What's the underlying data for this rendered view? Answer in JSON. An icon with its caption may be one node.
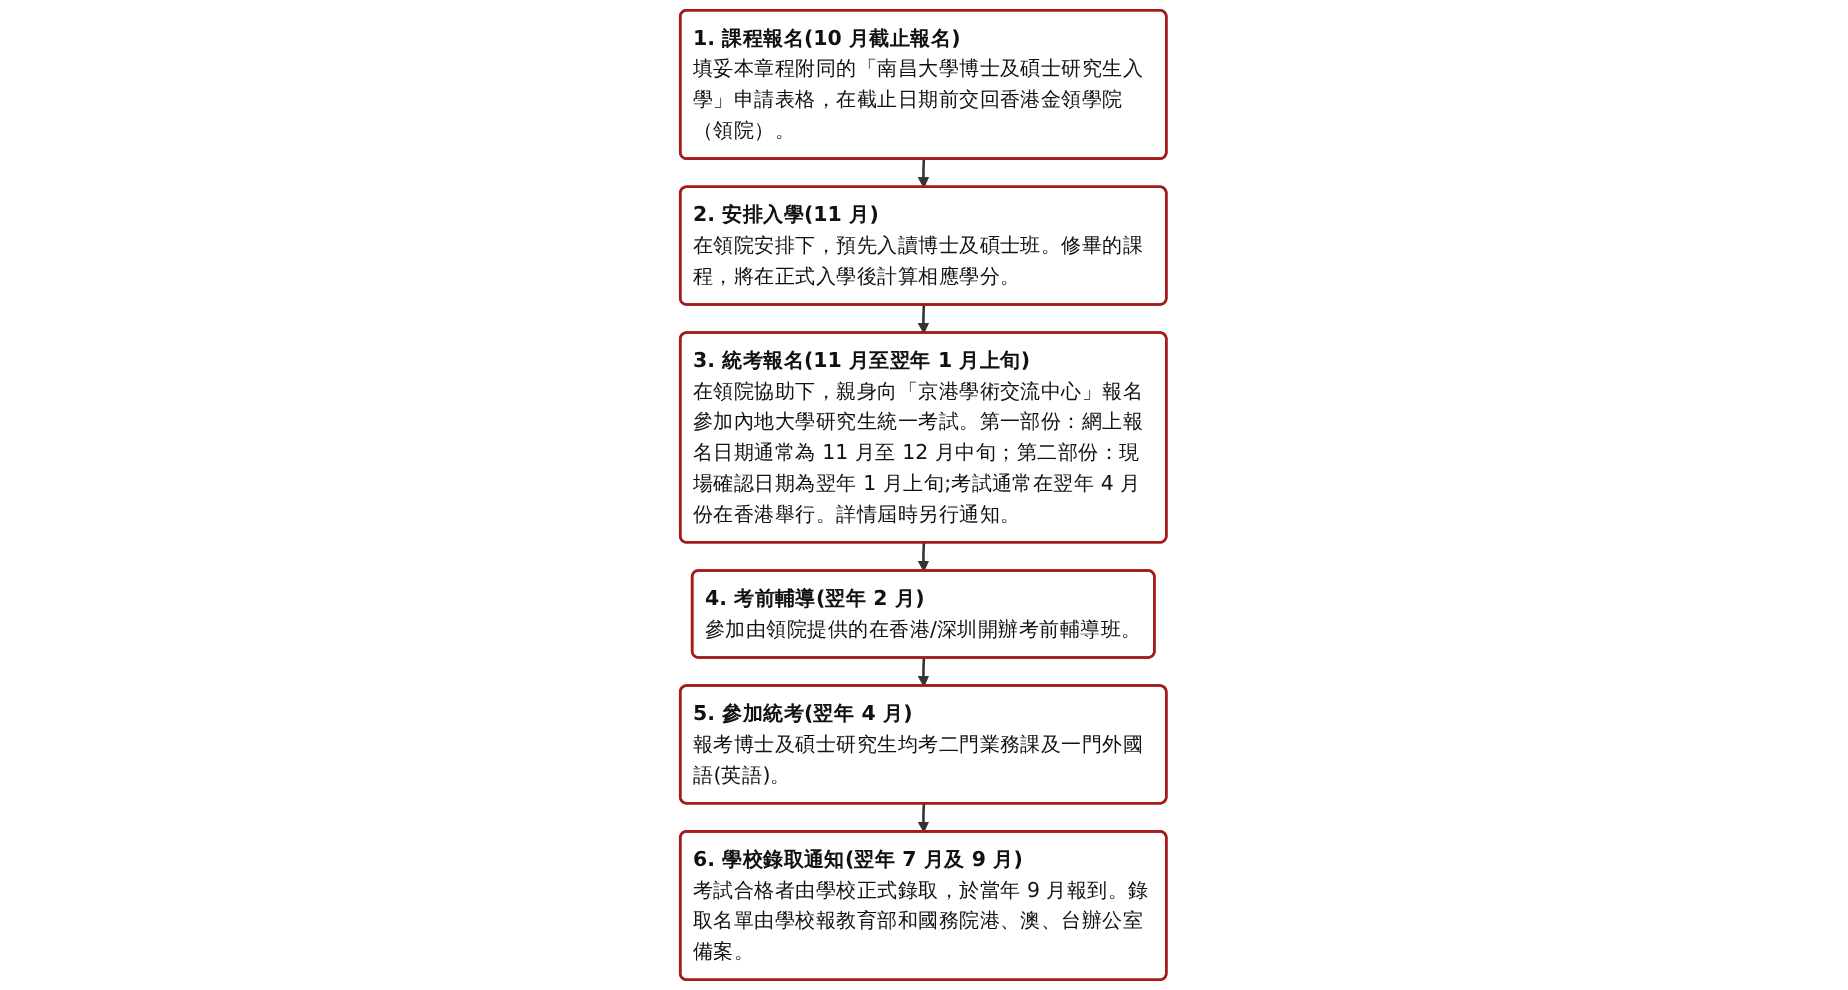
{
  "diagram": {
    "nodes": [
      {
        "text": [
          "1. 課程報名(10 月截止報名)",
          "填妥本章程附同的「南昌大學博士及碩士研究生入學」申請表格，在截止日期前交回香港金領學院（領院）。"
        ]
      },
      {
        "text": [
          "2. 安排入學(11 月)",
          "在領院安排下，預先入讀博士及碩士班。修畢的課程，將在正式入學後計算相應學分。"
        ]
      },
      {
        "text": [
          "3. 統考報名(11 月至翌年 1 月上旬)",
          "在領院協助下，親身向「京港學術交流中心」報名參加內地大學研究生統一考試。第一部份：網上報名日期通常為 11 月至 12 月中旬；第二部份：現場確認日期為翌年 1 月上旬;考試通常在翌年 4 月份在香港舉行。詳情屆時另行通知。"
        ]
      },
      {
        "text": [
          "4. 考前輔導(翌年 2 月)",
          "參加由領院提供的在香港/深圳開辦考前輔導班。"
        ]
      },
      {
        "text": [
          "5. 參加統考(翌年 4 月)",
          "報考博士及碩士研究生均考二門業務課及一門外國語(英語)。"
        ]
      },
      {
        "text": [
          "6. 學校錄取通知(翌年 7 月及 9 月)",
          "考試合格者由學校正式錄取，於當年 9 月報到。錄取名單由學校報教育部和國務院港、澳、台辦公室備案。"
        ]
      }
    ],
    "edges": [
      {
        "from": 0,
        "to": 1,
        "arrow": "to"
      },
      {
        "from": 1,
        "to": 2,
        "arrow": "to"
      },
      {
        "from": 2,
        "to": 3,
        "arrow": "to"
      },
      {
        "from": 3,
        "to": 4,
        "arrow": "to"
      },
      {
        "from": 4,
        "to": 5,
        "arrow": "to"
      }
    ]
  }
}
